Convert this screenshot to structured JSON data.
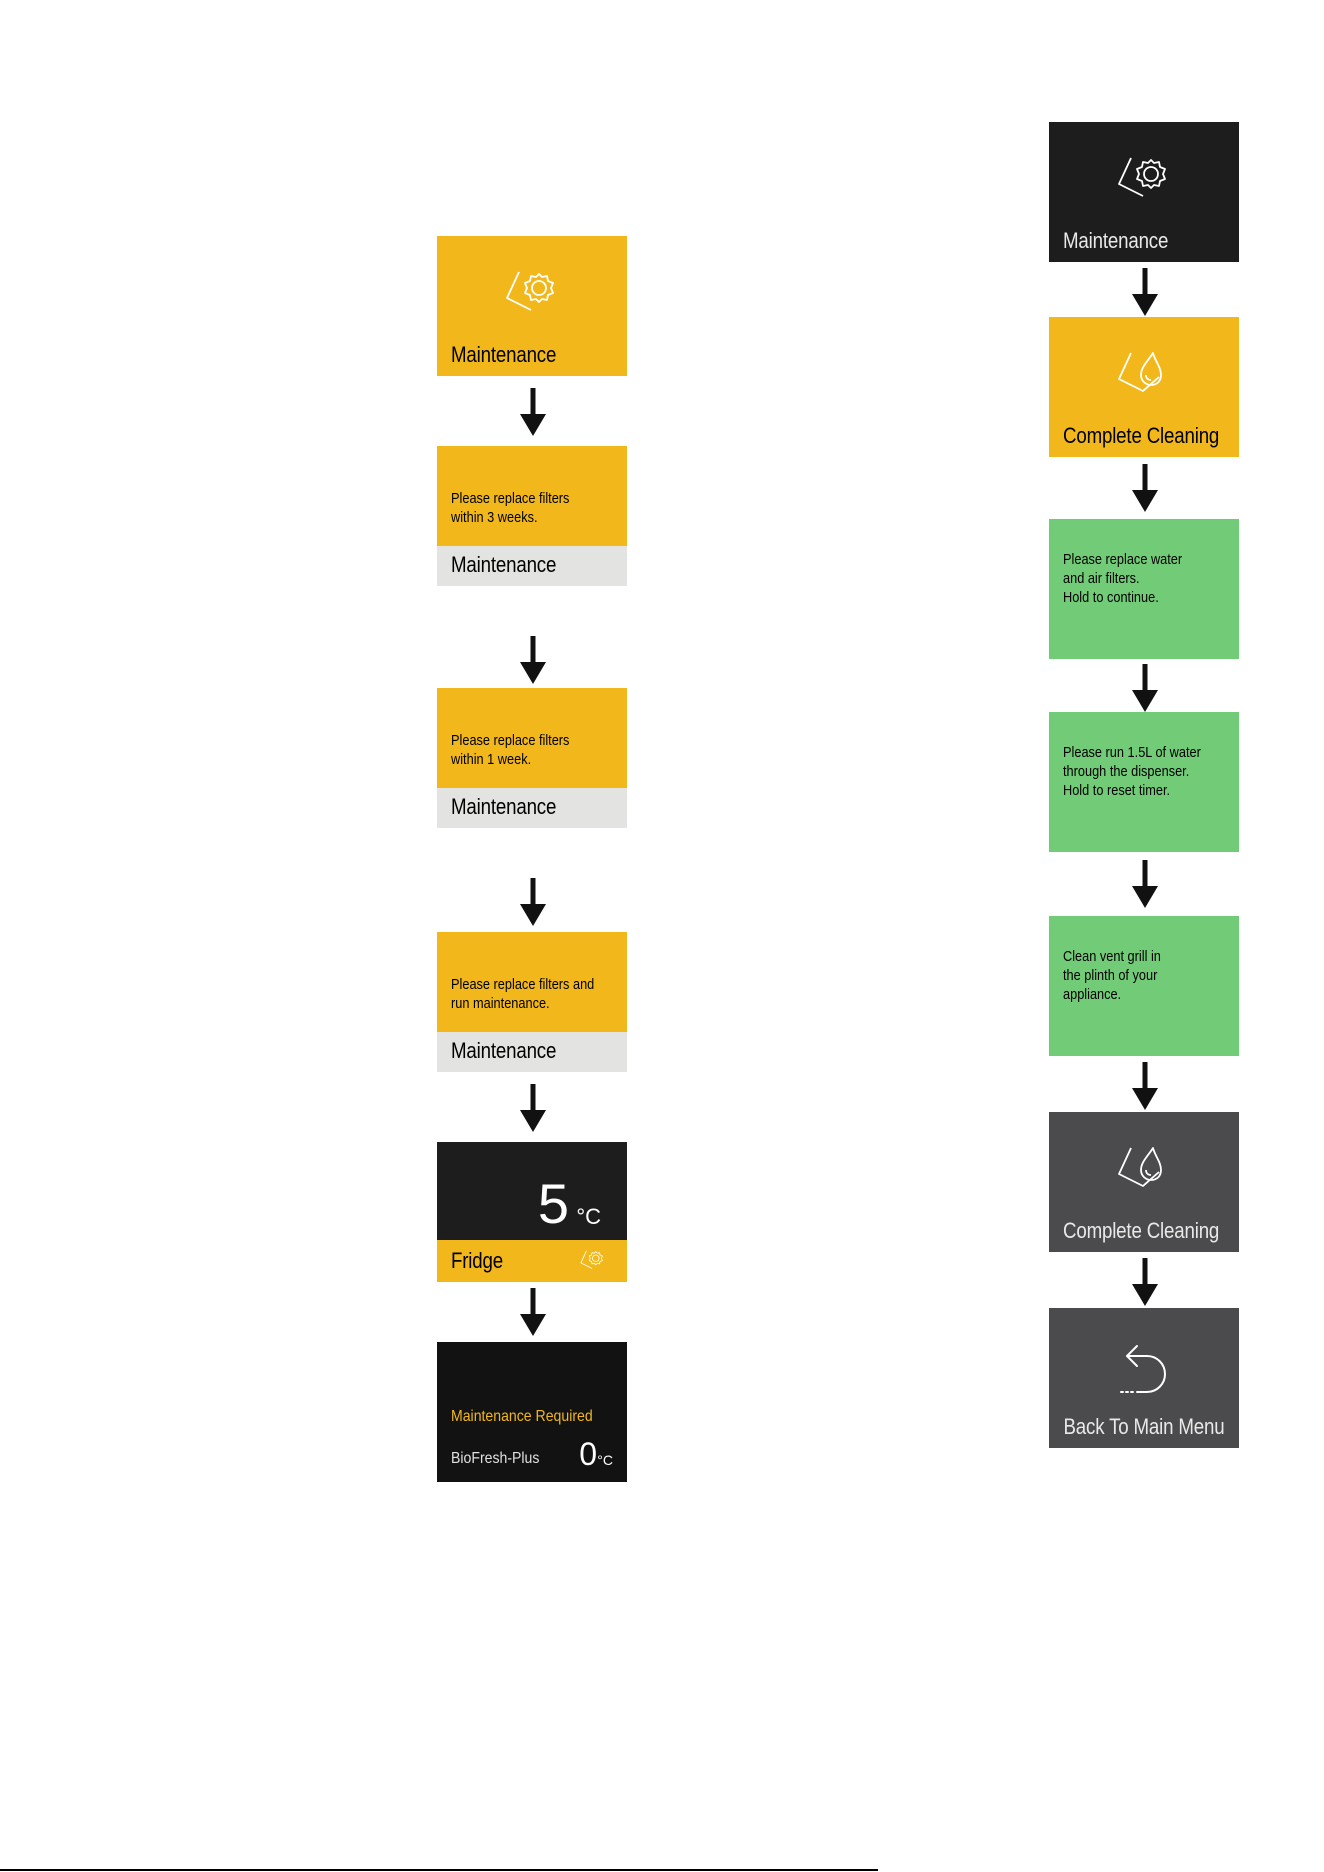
{
  "left_flow": {
    "s1": {
      "title": "Maintenance"
    },
    "s2": {
      "message": "Please replace filters\nwithin 3 weeks.",
      "title": "Maintenance"
    },
    "s3": {
      "message": "Please replace filters\nwithin 1 week.",
      "title": "Maintenance"
    },
    "s4": {
      "message": "Please replace filters and\nrun maintenance.",
      "title": "Maintenance"
    },
    "s5": {
      "temperature": "5",
      "unit": "°C",
      "label": "Fridge"
    },
    "s6": {
      "alert": "Maintenance Required",
      "zone": "BioFresh-Plus",
      "temperature": "0",
      "unit": "°C"
    }
  },
  "right_flow": {
    "r1": {
      "title": "Maintenance"
    },
    "r2": {
      "title": "Complete Cleaning"
    },
    "r3": {
      "message": "Please replace water\nand air filters.\nHold to continue."
    },
    "r4": {
      "message": "Please run 1.5L of water\nthrough the dispenser.\nHold to reset timer."
    },
    "r5": {
      "message": "Clean vent grill in\nthe plinth of your\nappliance."
    },
    "r6": {
      "title": "Complete Cleaning"
    },
    "r7": {
      "title": "Back To Main Menu"
    }
  },
  "colors": {
    "accent_yellow": "#f2b81b",
    "step_green": "#72cb77",
    "screen_dark": "#1d1d1d",
    "screen_grey": "#4b4b4d",
    "strip_light": "#e3e3e1"
  },
  "icons": [
    "gear-card-icon",
    "droplet-card-icon",
    "back-arrow-icon",
    "down-arrow-icon"
  ]
}
